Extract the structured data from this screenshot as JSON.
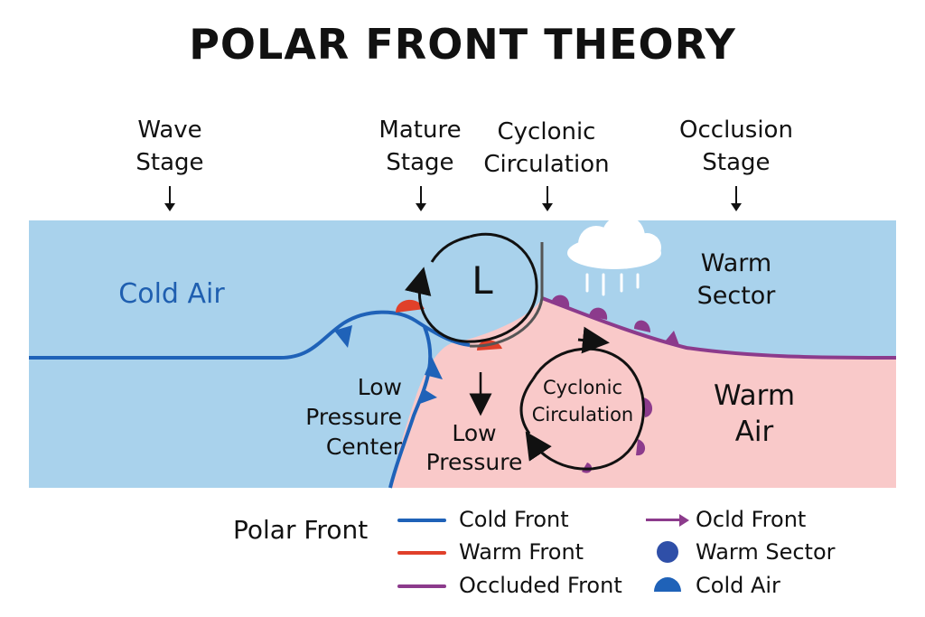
{
  "title": "POLAR FRONT THEORY",
  "stages": {
    "wave": "Wave\nStage",
    "mature": "Mature\nStage",
    "cyclonic": "Cyclonic\nCirculation",
    "occlusion": "Occlusion\nStage"
  },
  "regions": {
    "cold_air": "Cold Air",
    "warm_sector": "Warm\nSector",
    "warm_air": "Warm\nAir",
    "low_pressure_center": "Low\nPressure\nCenter",
    "low_pressure": "Low\nPressure",
    "cyclonic_circulation": "Cyclonic\nCirculation",
    "low_symbol": "L"
  },
  "legend": {
    "polar_front": "Polar Front",
    "cold_front": "Cold Front",
    "warm_front": "Warm Front",
    "occluded_front": "Occluded Front",
    "ocld_front": "Ocld Front",
    "warm_sector": "Warm Sector",
    "cold_air": "Cold Air"
  },
  "colors": {
    "cold_air": "#a9d2ec",
    "warm_air": "#f9c9c9",
    "cold_front": "#1f62b8",
    "warm_front": "#e0402a",
    "occluded_front": "#8c3b8c",
    "label_blue": "#1f5fb0",
    "cloud": "#ffffff"
  }
}
